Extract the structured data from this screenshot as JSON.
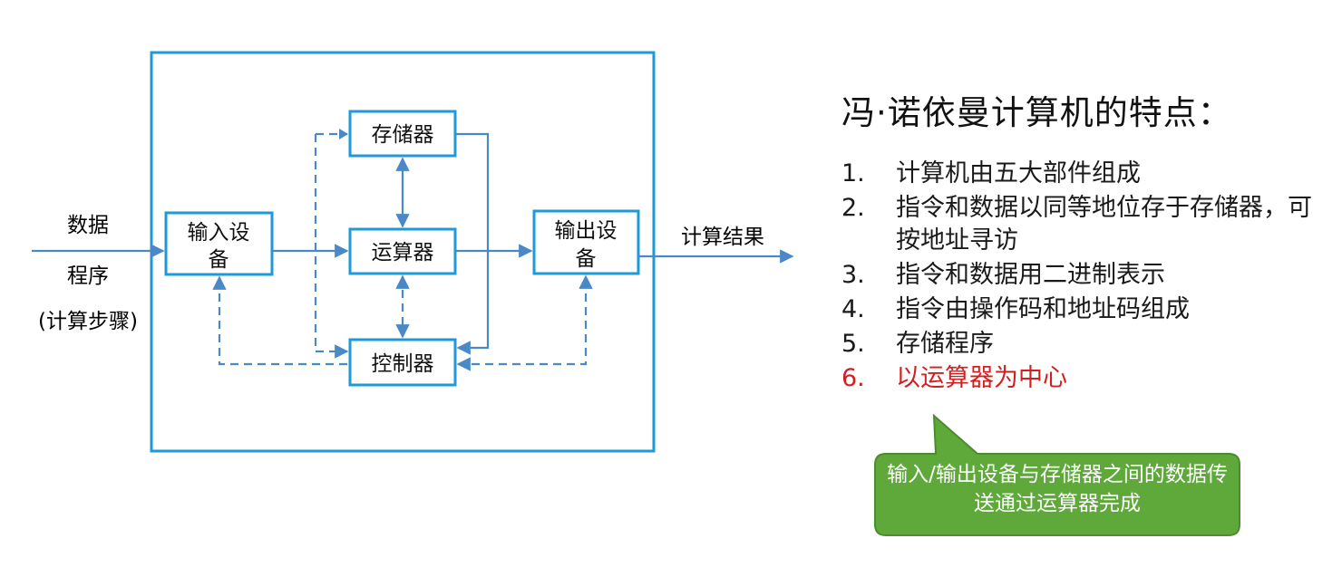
{
  "diagram": {
    "boxes": {
      "memory": "存储器",
      "input": [
        "输入设",
        "备"
      ],
      "alu": "运算器",
      "output": [
        "输出设",
        "备"
      ],
      "control": "控制器"
    },
    "left_labels": {
      "data": "数据",
      "program": "程序",
      "steps": "(计算步骤)"
    },
    "right_label": "计算结果"
  },
  "features": {
    "title": "冯·诺依曼计算机的特点：",
    "items": [
      {
        "num": "1.",
        "text": "计算机由五大部件组成"
      },
      {
        "num": "2.",
        "text": "指令和数据以同等地位存于存储器，可按地址寻访"
      },
      {
        "num": "3.",
        "text": "指令和数据用二进制表示"
      },
      {
        "num": "4.",
        "text": "指令由操作码和地址码组成"
      },
      {
        "num": "5.",
        "text": "存储程序"
      },
      {
        "num": "6.",
        "text": "以运算器为中心"
      }
    ]
  },
  "callout": {
    "text": "输入/输出设备与存储器之间的数据传送通过运算器完成"
  },
  "colors": {
    "frame": "#1e9ad8",
    "arrow": "#4a88c8",
    "highlight": "#d21f1f",
    "callout_fill": "#5fa83a",
    "callout_stroke": "#4c8c2e"
  }
}
